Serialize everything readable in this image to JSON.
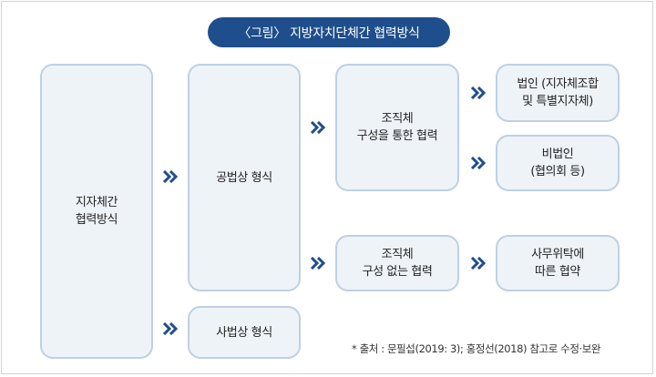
{
  "title": "〈그림〉 지방자치단체간 협력방식",
  "nodes": {
    "root": "지자체간\n협력방식",
    "public_law": "공법상 형식",
    "private_law": "사법상 형식",
    "org_cooperation": "조직체\n구성을 통한 협력",
    "no_org_cooperation": "조직체\n구성 없는 협력",
    "corporate": "법인 (지자체조합\n및 특별지자체)",
    "non_corporate": "비법인\n(협의회 등)",
    "admin_delegation": "사무위탁에\n따른 협약"
  },
  "source": "* 출처 : 문필섭(2019: 3); 홍정선(2018) 참고로 수정·보완",
  "colors": {
    "title_bg": "#1f4e8c",
    "box_bg": "#eef3f8",
    "box_border": "#bed0e2",
    "arrow": "#1f4e8c"
  },
  "icons": [
    "double-chevron-right-icon"
  ]
}
